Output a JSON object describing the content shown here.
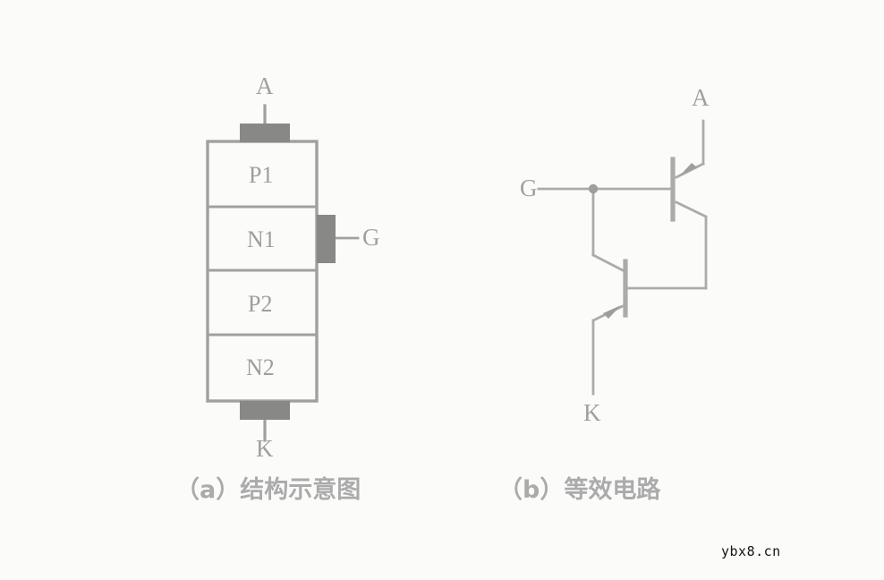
{
  "figure": {
    "background_color": "#fbfbfa",
    "ink_color": "#8d8d8d",
    "pad_color": "#6f6f6f",
    "watermark_color": "#141414"
  },
  "structure_diagram": {
    "terminals": {
      "anode": "A",
      "gate": "G",
      "cathode": "K"
    },
    "layers": [
      {
        "name": "P1"
      },
      {
        "name": "N1"
      },
      {
        "name": "P2"
      },
      {
        "name": "N2"
      }
    ],
    "caption": "（a）结构示意图"
  },
  "equivalent_circuit": {
    "terminals": {
      "anode": "A",
      "gate": "G",
      "cathode": "K"
    },
    "transistors": [
      {
        "id": "Q1",
        "type": "PNP"
      },
      {
        "id": "Q2",
        "type": "NPN"
      }
    ],
    "caption": "（b）等效电路"
  },
  "watermark": {
    "text": "ybx8.cn"
  }
}
